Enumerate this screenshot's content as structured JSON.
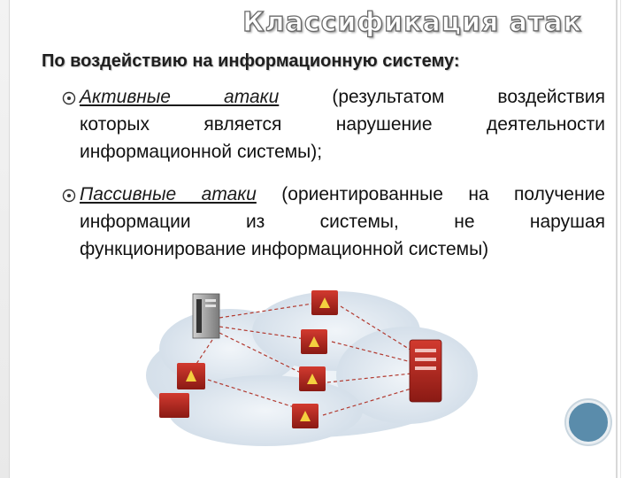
{
  "slide": {
    "title": "Классификация атак",
    "subtitle": "По воздействию на информационную систему:",
    "items": [
      {
        "link": "Активные атаки",
        "line1_rest": "(результатом воздействия",
        "line2": "которых является нарушение деятельности",
        "line3": "информационной системы);"
      },
      {
        "link": "Пассивные атаки",
        "line1_rest": "(ориентированные на получение",
        "line2": "информации из системы, не нарушая",
        "line3": "функционирование информационной системы)"
      }
    ]
  },
  "diagram": {
    "description_icons": [
      "server-icon",
      "computer-icon",
      "firewall-icon",
      "cloud-icon"
    ],
    "colors": {
      "device": "#b52a22",
      "cloud": "#dde5ee",
      "arrow": "#c0392b",
      "server": "#9a9a9a"
    }
  },
  "colors": {
    "accent": "#5a8cab",
    "text": "#111111"
  }
}
